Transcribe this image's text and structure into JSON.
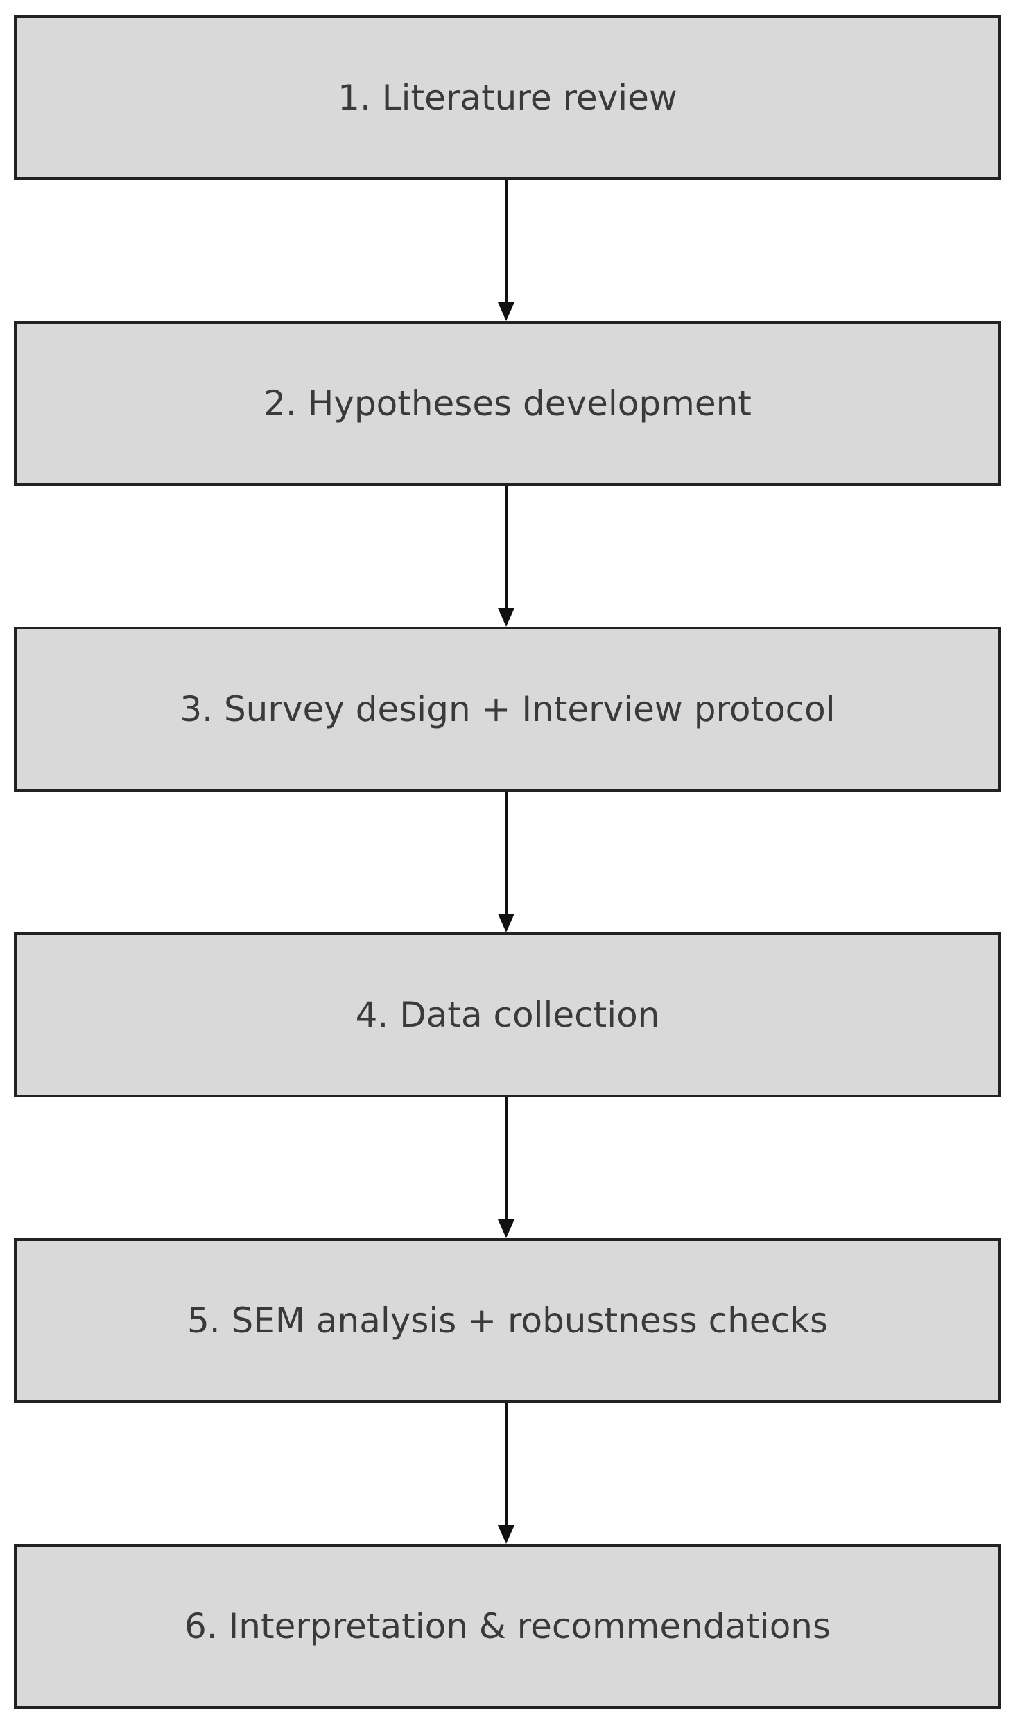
{
  "flowchart": {
    "steps": [
      {
        "label": "1. Literature review"
      },
      {
        "label": "2. Hypotheses development"
      },
      {
        "label": "3. Survey design + Interview protocol"
      },
      {
        "label": "4. Data collection"
      },
      {
        "label": "5. SEM analysis + robustness checks"
      },
      {
        "label": "6. Interpretation & recommendations"
      }
    ]
  },
  "colors": {
    "box_fill": "#d9d9d9",
    "box_border": "#222222",
    "text": "#3a3a3a",
    "arrow": "#111111"
  }
}
